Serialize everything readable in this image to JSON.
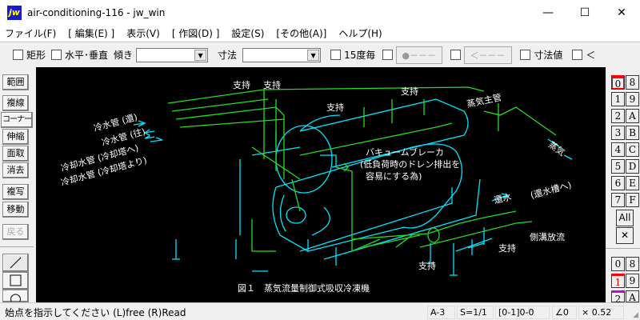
{
  "window": {
    "title": "air-conditioning-116 - jw_win",
    "logo": "jw",
    "minimize": "—",
    "maximize": "☐",
    "close": "✕"
  },
  "menu": [
    "ファイル(F)",
    "[ 編集(E) ]",
    "表示(V)",
    "[ 作図(D) ]",
    "設定(S)",
    "[その他(A)]",
    "ヘルプ(H)"
  ],
  "toolbar": {
    "rect": "矩形",
    "hv": "水平･垂直",
    "tilt": "傾き",
    "tilt_value": "",
    "dim": "寸法",
    "dim_value": "",
    "deg15": "15度毎",
    "circle_btn": "●－－－",
    "arrow_btn": "＜－－－",
    "dimval": "寸法値",
    "lt": "＜"
  },
  "left_tools": [
    "範囲",
    "複線",
    "コーナー",
    "伸縮",
    "面取",
    "消去",
    "複写",
    "移動",
    "戻る"
  ],
  "layers": {
    "left": [
      "0",
      "1",
      "2",
      "3",
      "4",
      "5",
      "6",
      "7"
    ],
    "right": [
      "8",
      "9",
      "A",
      "B",
      "C",
      "D",
      "E",
      "F"
    ],
    "all": "All",
    "x": "✕",
    "groups_left": [
      "0",
      "1",
      "2"
    ],
    "groups_right": [
      "8",
      "9",
      "A"
    ]
  },
  "drawing": {
    "labels": {
      "support1": "支持",
      "support2": "支持",
      "support3": "支持",
      "support4": "支持",
      "support5": "支持",
      "support6": "支持",
      "steam_header": "蒸気主管",
      "steam": "蒸気",
      "cw_return": "冷水管 (還)",
      "cw_supply": "冷水管 (往)",
      "cool_to": "冷却水管 (冷却塔へ)",
      "cool_from": "冷却水管 (冷却塔より)",
      "vb1": "バキュームブレーカ",
      "vb2": "(低負荷時のドレン排出を",
      "vb3": "容易にする為)",
      "return_water": "還水",
      "return_tank": "(還水槽へ)",
      "gutter": "側溝放流",
      "caption": "図１　蒸気流量制御式吸収冷凍機"
    },
    "colors": {
      "equipment": "#00e5ff",
      "piping": "#22dd22",
      "text": "#ffffff"
    }
  },
  "status": {
    "message": "始点を指示してください (L)free (R)Read",
    "paper": "A-3",
    "scale": "S=1/1",
    "layer": "[0-1]0-0",
    "angle": "∠0",
    "zoom": "× 0.52"
  }
}
